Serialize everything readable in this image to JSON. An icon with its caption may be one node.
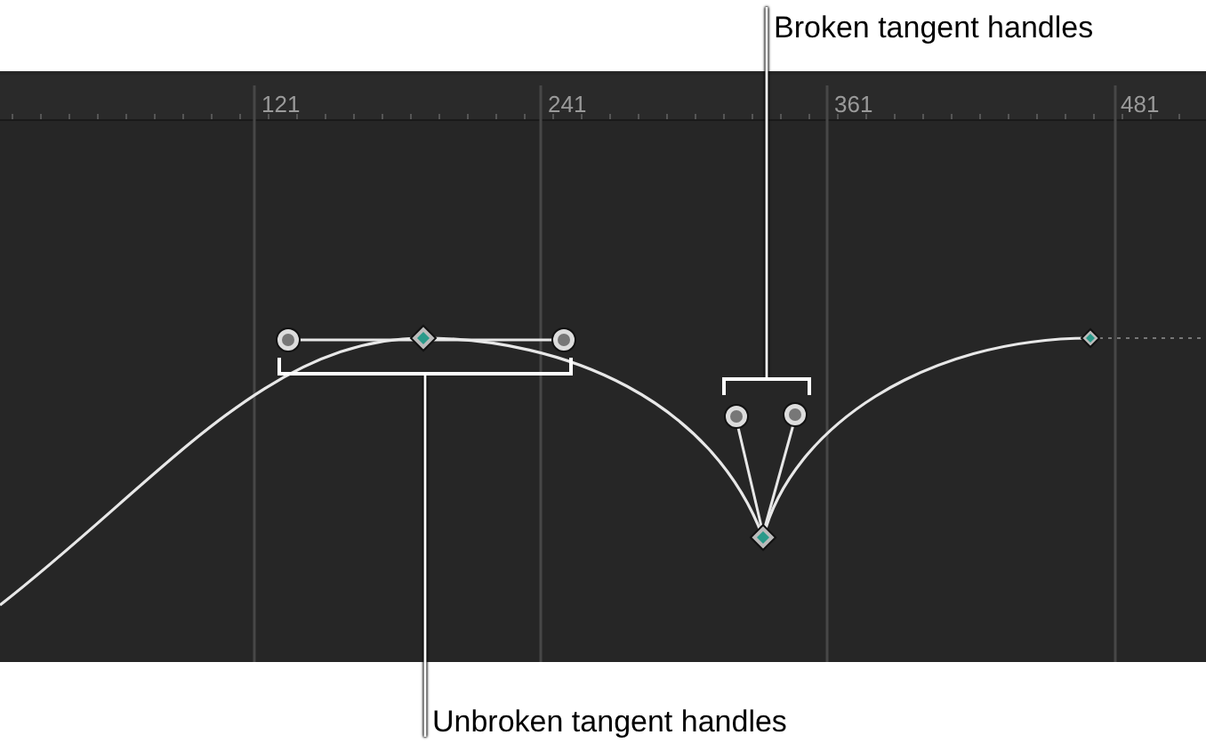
{
  "diagram": {
    "nodes": [
      {
        "text": [
          "Broken tangent handles"
        ]
      },
      {
        "text": [
          "Unbroken tangent handles"
        ]
      },
      {
        "text": [],
        "shape": "bracket"
      },
      {
        "text": [],
        "shape": "bracket"
      }
    ],
    "edges": [
      {
        "from": 0,
        "to": 3,
        "arrow": "none"
      },
      {
        "from": 1,
        "to": 2,
        "arrow": "none"
      }
    ],
    "labels": [
      "121",
      "241",
      "361",
      "481"
    ]
  }
}
